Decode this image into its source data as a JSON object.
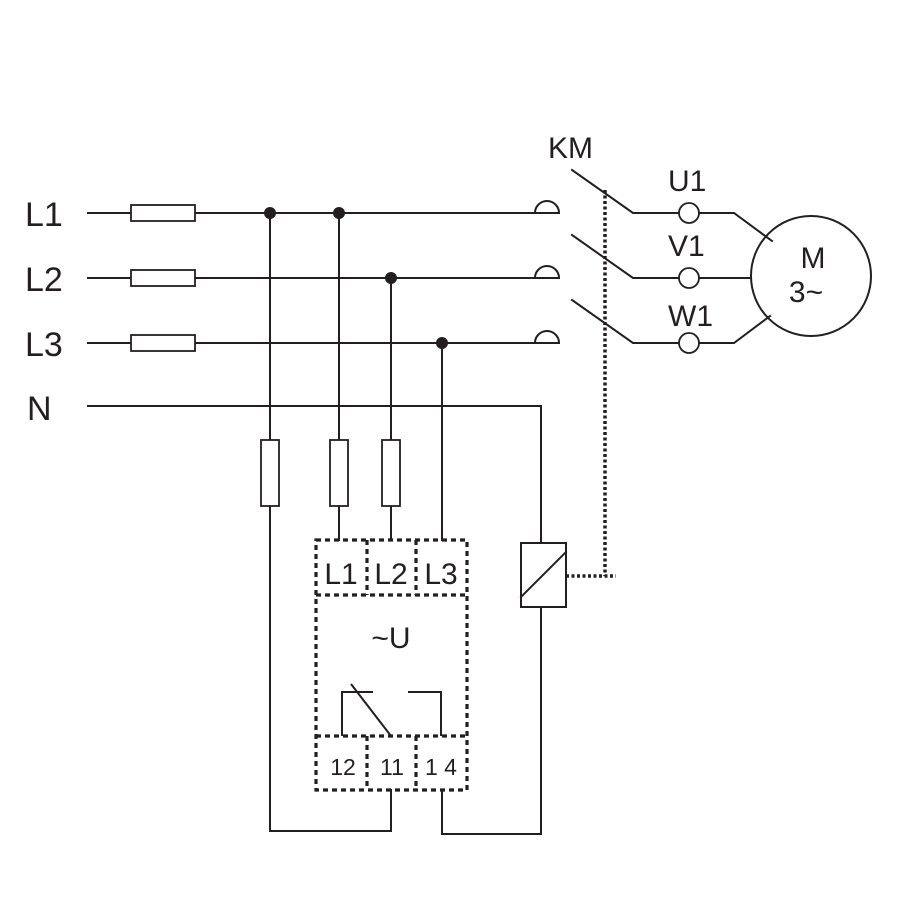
{
  "lines": {
    "l1": "L1",
    "l2": "L2",
    "l3": "L3",
    "n": "N"
  },
  "contactor": {
    "label": "KM"
  },
  "motor": {
    "terminals": {
      "u1": "U1",
      "v1": "V1",
      "w1": "W1"
    },
    "name": "M",
    "phase": "3~"
  },
  "relay": {
    "inputs": {
      "l1": "L1",
      "l2": "L2",
      "l3": "L3"
    },
    "function": "~U",
    "outputs": {
      "t12": "12",
      "t11": "11",
      "t14": "1 4"
    }
  },
  "colors": {
    "ink": "#231f20",
    "background": "#ffffff"
  }
}
